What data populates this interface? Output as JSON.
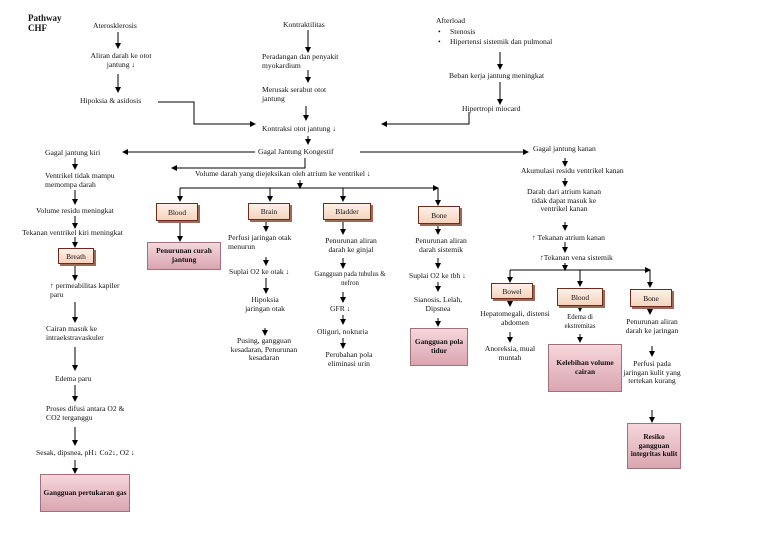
{
  "title": {
    "line1": "Pathway",
    "line2": "CHF"
  },
  "center": {
    "aterosklerosis": "Aterosklerosis",
    "aliran": "Aliran darah ke otot jantung ↓",
    "hipoksia": "Hipoksia & asidosis",
    "kontraktilitas": "Kontraktilitas",
    "peradangan": "Peradangan dan penyakit myokardium",
    "merusak": "Merusak serabut otot jantung",
    "kontraksi": "Kontraksi otot jantung ↓",
    "gagal_kongestif": "Gagal Jantung Kongestif",
    "volume": "Volume darah yang diejeksikan oleh atrium ke ventrikel ↓"
  },
  "afterload": {
    "label": "Afterload",
    "items": [
      "Stenosis",
      "Hipertensi sistemik dan pulmonal"
    ],
    "beban": "Beban kerja jantung meningkat",
    "hipertropi": "Hipertropi miocard"
  },
  "left": {
    "gagal_kiri": "Gagal jantung kiri",
    "ventrikel_tidak": "Ventrikel tidak mampu memompa darah",
    "volume_residu": "Volume residu meningkat",
    "tekanan_ventrikel": "Tekanan ventrikel kiri meningkat",
    "breath_box": "Breath",
    "permeabilitas": "↑ permeabilitas kapiler paru",
    "cairan": "Cairan masuk ke intraekstravaskuler",
    "edema": "Edema paru",
    "proses": "Proses difusi antara O2 & CO2 terganggu",
    "sesak": "Sesak, dipsnea, pH↓ Co2↓, O2 ↓",
    "gangguan": "Gangguan pertukaran gas"
  },
  "blood_col": {
    "box": "Blood",
    "result": "Penurunan curah jantung"
  },
  "brain": {
    "box": "Brain",
    "perfusi": "Perfusi jaringan otak menurun",
    "suplai": "Suplai O2 ke otak ↓",
    "hipoksia": "Hipoksia jaringan otak",
    "pusing": "Pusing, gangguan kesadaran, Penurunan kesadaran"
  },
  "bladder": {
    "box": "Bladder",
    "penurunan": "Penurunan aliran darah ke ginjal",
    "gangguan": "Gangguan pada tubulus & nefron",
    "gfr": "GFR ↓",
    "oliguri": "Oliguri, nokturia",
    "perubahan": "Perubahan pola eliminasi urin"
  },
  "bone_left": {
    "box": "Bone",
    "penurunan": "Penurunan aliran darah sistemik",
    "suplai": "Suplai O2 ke tbh ↓",
    "sianosis": "Sianosis, Lelah, Dipsnea",
    "result": "Gangguan pola tidur"
  },
  "right": {
    "gagal_kanan": "Gagal jantung kanan",
    "akumulasi": "Akumulasi residu ventrikel kanan",
    "darah_atrium": "Darah dari atrium kanan tidak dapat masuk ke ventrikel kanan",
    "tekanan_atrium": "↑ Tekanan atrium kanan",
    "tekanan_vena": "↑Tekanan vena sistemik",
    "bowel_box": "Bowel",
    "hepatomegali": "Hepatomegali, distensi abdomen",
    "anoreksia": "Anoreksia, mual muntah",
    "blood_box": "Blood",
    "edema_ext": "Edema di ekstremitas",
    "kelebihan": "Kelebihan volume cairan",
    "bone_box": "Bone",
    "penurunan_jaringan": "Penurunan aliran darah ke jaringan",
    "perfusi_kulit": "Perfusi pada jaringan kulit yang tertekan kurang",
    "resiko": "Resiko gangguan integritas kulit"
  }
}
